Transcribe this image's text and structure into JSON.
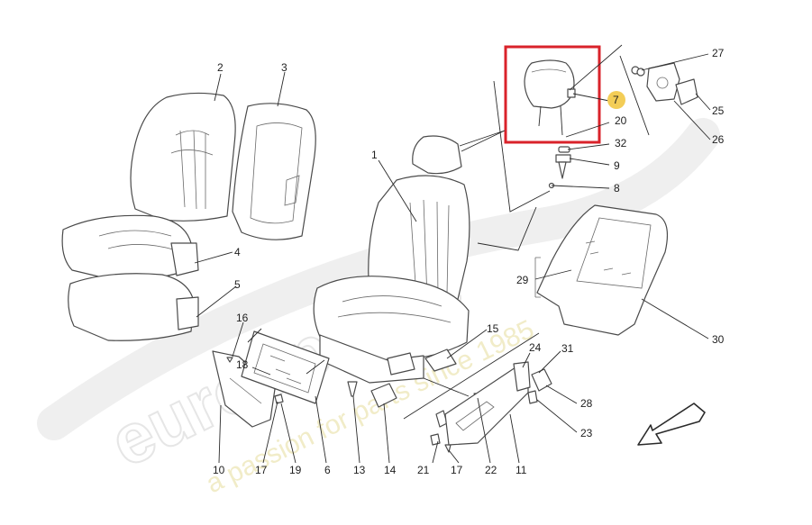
{
  "watermark": {
    "brand": "eurospares",
    "tagline": "a passion for parts since 1985"
  },
  "highlight": {
    "color": "#d9222a",
    "marker_color": "#f3cd57",
    "marked_callout": "7"
  },
  "callouts": {
    "c1": "1",
    "c2": "2",
    "c3": "3",
    "c4": "4",
    "c5": "5",
    "c6": "6",
    "c7": "7",
    "c8": "8",
    "c9": "9",
    "c10": "10",
    "c11": "11",
    "c13": "13",
    "c14": "14",
    "c15": "15",
    "c16": "16",
    "c17a": "17",
    "c17b": "17",
    "c18": "18",
    "c19": "19",
    "c20": "20",
    "c21": "21",
    "c22": "22",
    "c23": "23",
    "c24": "24",
    "c25": "25",
    "c26": "26",
    "c27": "27",
    "c28": "28",
    "c29": "29",
    "c30": "30",
    "c31": "31",
    "c32": "32"
  },
  "icons": {
    "orientation_arrow": "arrow-down-left-icon"
  }
}
